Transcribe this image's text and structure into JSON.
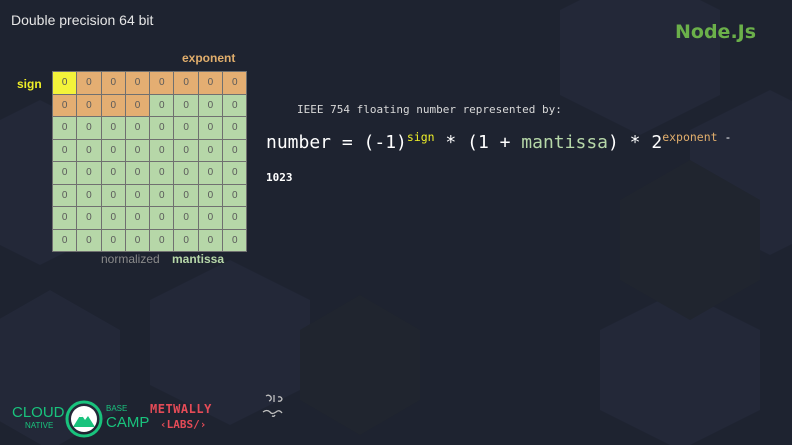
{
  "slide": {
    "title": "Double precision 64 bit",
    "brand": "Node.Js"
  },
  "bit_grid": {
    "label_exponent": "exponent",
    "label_sign": "sign",
    "label_normalized": "normalized",
    "label_mantissa": "mantissa",
    "rows": [
      [
        "0",
        "0",
        "0",
        "0",
        "0",
        "0",
        "0",
        "0"
      ],
      [
        "0",
        "0",
        "0",
        "0",
        "0",
        "0",
        "0",
        "0"
      ],
      [
        "0",
        "0",
        "0",
        "0",
        "0",
        "0",
        "0",
        "0"
      ],
      [
        "0",
        "0",
        "0",
        "0",
        "0",
        "0",
        "0",
        "0"
      ],
      [
        "0",
        "0",
        "0",
        "0",
        "0",
        "0",
        "0",
        "0"
      ],
      [
        "0",
        "0",
        "0",
        "0",
        "0",
        "0",
        "0",
        "0"
      ],
      [
        "0",
        "0",
        "0",
        "0",
        "0",
        "0",
        "0",
        "0"
      ],
      [
        "0",
        "0",
        "0",
        "0",
        "0",
        "0",
        "0",
        "0"
      ]
    ],
    "colors": {
      "sign": "#f3f33a",
      "exponent": "#e4ae72",
      "mantissa": "#b6d7a8"
    }
  },
  "formula": {
    "caption": "IEEE 754 floating number represented by:",
    "part_number": "number = (-1)",
    "sup_sign": "sign",
    "part_mid": " * (1 + ",
    "part_mantissa": "mantissa",
    "part_end": ") * 2",
    "sup_exponent": "exponent",
    "sup_minus": " -",
    "tail": "1023"
  },
  "logos": {
    "cloud": "CLOUD",
    "native": "NATIVE",
    "base": "BASE",
    "camp": "CAMP",
    "metwally_top": "METWALLY",
    "metwally_bottom": "‹LABS/›"
  }
}
